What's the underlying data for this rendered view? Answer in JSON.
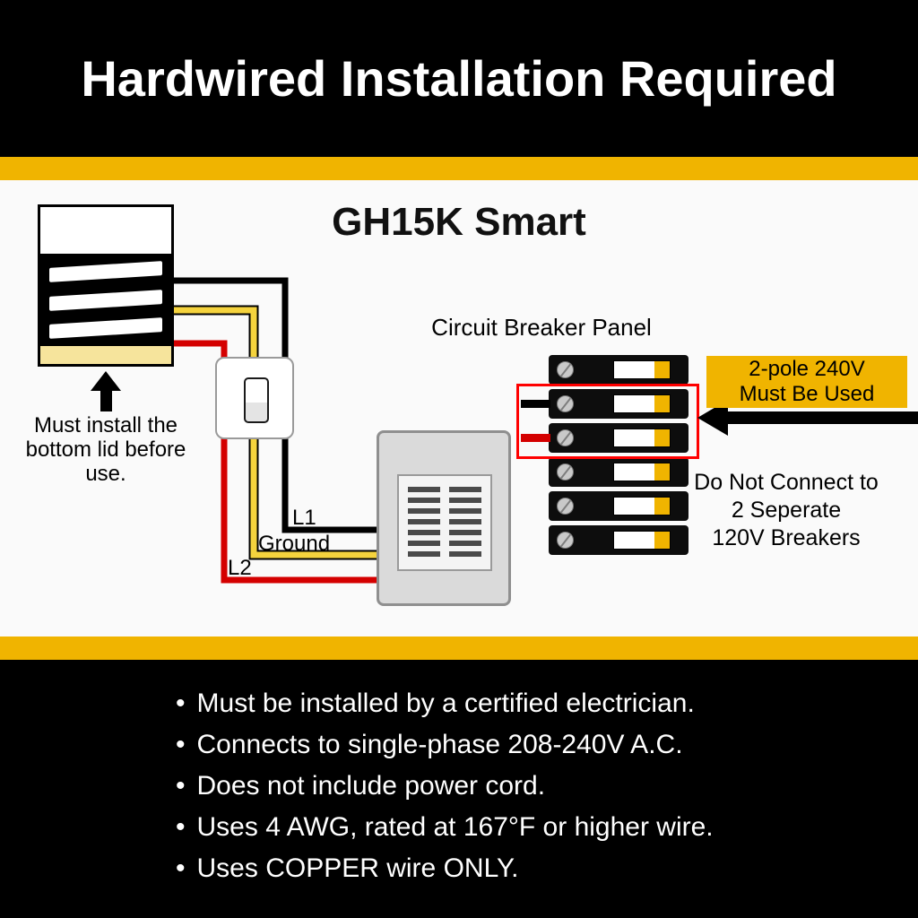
{
  "colors": {
    "accent-yellow": "#F0B400",
    "pale-yellow": "#F6E49C",
    "wire-red": "#D40000",
    "wire-yellow": "#F5D33D",
    "highlight-red": "#FF0000"
  },
  "header": {
    "title": "Hardwired Installation Required"
  },
  "diagram": {
    "title": "GH15K Smart",
    "heater_caption": "Must install the bottom lid before use.",
    "wire_labels": {
      "l1": "L1",
      "ground": "Ground",
      "l2": "L2"
    },
    "breaker_panel_label": "Circuit Breaker Panel",
    "callout_line1": "2-pole 240V",
    "callout_line2": "Must Be Used",
    "warning_line1": "Do Not Connect to",
    "warning_line2": "2 Seperate",
    "warning_line3": "120V Breakers"
  },
  "notes": {
    "items": [
      "Must be installed by a certified electrician.",
      "Connects to single-phase 208-240V A.C.",
      "Does not include power cord.",
      "Uses 4 AWG, rated at 167°F or higher wire.",
      "Uses COPPER wire ONLY."
    ]
  }
}
